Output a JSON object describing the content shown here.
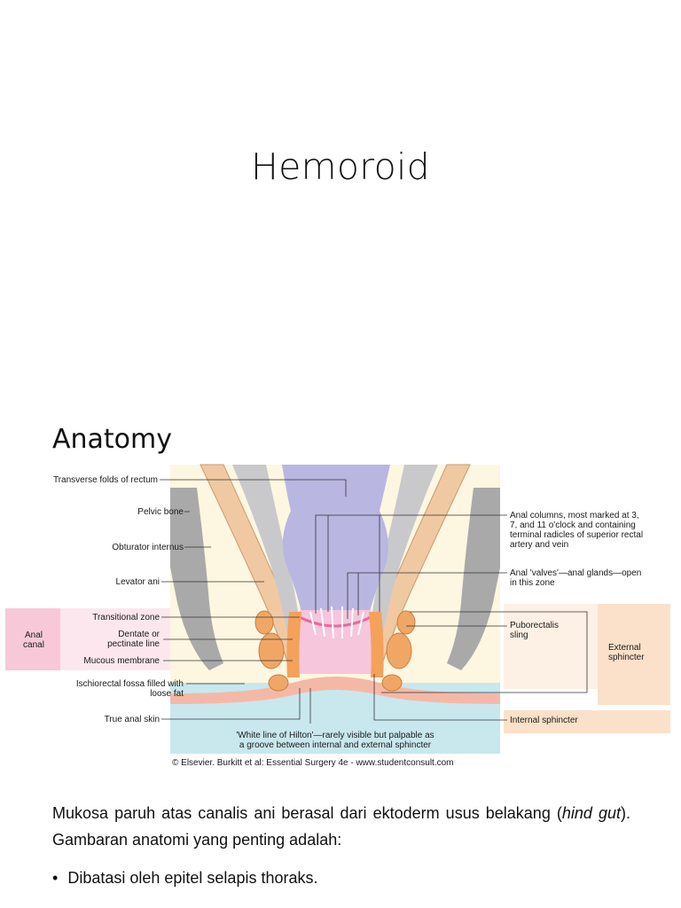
{
  "slide1": {
    "title": "Hemoroid"
  },
  "slide2": {
    "heading": "Anatomy",
    "figure": {
      "labels": {
        "transverse_folds": "Transverse folds of rectum",
        "pelvic_bone": "Pelvic bone",
        "obturator_internus": "Obturator internus",
        "levator_ani": "Levator ani",
        "transitional_zone": "Transitional zone",
        "dentate_1": "Dentate or",
        "dentate_2": "pectinate line",
        "mucous_membrane": "Mucous membrane",
        "ischiorectal_1": "Ischiorectal fossa filled with",
        "ischiorectal_2": "loose fat",
        "true_anal_skin": "True anal skin",
        "anal_canal_1": "Anal",
        "anal_canal_2": "canal",
        "anal_columns_1": "Anal columns, most marked at 3,",
        "anal_columns_2": "7, and 11 o'clock and containing",
        "anal_columns_3": "terminal radicles of superior rectal",
        "anal_columns_4": "artery and vein",
        "anal_valves_1": "Anal 'valves'—anal glands—open",
        "anal_valves_2": "in this zone",
        "puborectalis_1": "Puborectalis",
        "puborectalis_2": "sling",
        "external_sphincter_1": "External",
        "external_sphincter_2": "sphincter",
        "internal_sphincter": "Internal sphincter",
        "hilton_1": "'White line of Hilton'—rarely visible but palpable as",
        "hilton_2": "a groove between internal and external sphincter",
        "copyright": "© Elsevier. Burkitt et al: Essential Surgery 4e - www.studentconsult.com"
      }
    },
    "paragraph": {
      "part1": "Mukosa paruh atas canalis ani berasal dari ektoderm usus belakang (",
      "italic1": "hind gut",
      "part2": "). Gambaran anatomi yang penting adalah:"
    },
    "bullets": [
      {
        "symbol": "•",
        "text": "Dibatasi oleh epitel selapis thoraks."
      }
    ]
  }
}
